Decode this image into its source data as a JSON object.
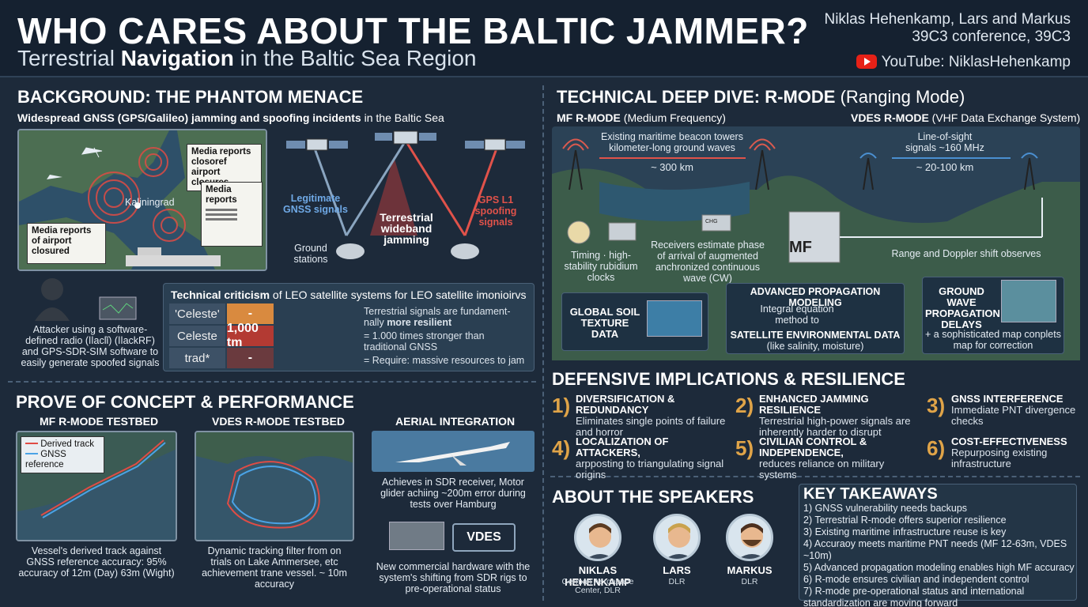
{
  "header": {
    "title": "WHO CARES ABOUT THE BALTIC JAMMER?",
    "subtitle_pre": "Terrestrial ",
    "subtitle_bold": "Navigation",
    "subtitle_post": " in the Baltic Sea Region",
    "authors": "Niklas Hehenkamp, Lars and Markus",
    "conference": "39C3 conference, 39C3",
    "youtube": "YouTube: NiklasHehenkamp"
  },
  "background": {
    "title": "BACKGROUND: THE PHANTOM MENACE",
    "subtitle_bold": "Widespread GNSS (GPS/Galileo) jamming and spoofing incidents",
    "subtitle_rest": " in the Baltic Sea",
    "map": {
      "note1": "Media reports closoref airport closures",
      "note2": "Media reports",
      "note3": "Media reports of airport closured",
      "city": "Kaliningrad"
    },
    "sat": {
      "legit": "Legitimate GNSS signals",
      "jam": "Terrestrial wideband jamming",
      "spoof": "GPS L1 spoofing signals",
      "ground": "Ground stations"
    },
    "attacker": "Attacker using a software-defined radio (ǀǀaclǐ) (ǀǀackRF) and GPS-SDR-SIM software to easily generate spoofed signals",
    "criticism": {
      "title_bold": "Technical criticism",
      "title_rest": " of LEO satellite systems for LEO satellite imonioirvs",
      "rows": [
        {
          "name": "'Celeste'",
          "value": "-",
          "color": "#d98a3f",
          "note": "Terrestrial signals are fundament-nally ",
          "note_bold": "more resilient"
        },
        {
          "name": "Celeste",
          "value": "1,000 tm",
          "color": "#b33a33",
          "note": "= 1.000 times stronger than traditional GNSS",
          "note_bold": ""
        },
        {
          "name": "trad*",
          "value": "-",
          "color": "#6a3a3e",
          "note": "= Require: massive resources to jam",
          "note_bold": ""
        }
      ]
    }
  },
  "proof": {
    "title": "PROVE OF CONCEPT & PERFORMANCE",
    "mf_title": "MF R-MODE TESTBED",
    "legend_derived": "Derived track",
    "legend_gnss": "GNSS reference",
    "mf_caption": "Vessel's derived track against GNSS reference accuracy: 95% accuracy of 12m (Day) 63m (Wight)",
    "vdes_title": "VDES R-MODE TESTBED",
    "vdes_caption": "Dynamic tracking filter from on trials on Lake Ammersee, etc achievement trane vessel. ~ 10m accuracy",
    "aerial_title": "AERIAL INTEGRATION",
    "aerial_caption": "Achieves in SDR receiver, Motor glider achiing ~200m error during tests over Hamburg",
    "vdes_label": "VDES",
    "hardware_caption": "New commercial hardware with the system's shifting from SDR rigs to pre-operational status"
  },
  "technical": {
    "title": "TECHNICAL DEEP DIVE: R-MODE",
    "title_rest": " (Ranging Mode)",
    "mf_head": "MF R-MODE",
    "mf_head_rest": " (Medium Frequency)",
    "vdes_head": "VDES R-MODE",
    "vdes_head_rest": " (VHF Data Exchange System)",
    "mf_towers": "Existing maritime beacon towers kilometer-long ground waves",
    "mf_range": "~ 300 km",
    "vdes_los": "Line-of-sight signals ~160 MHz",
    "vdes_range": "~ 20-100 km",
    "timing": "Timing · high-stability rubidium clocks",
    "receivers": "Receivers estimate phase of arrival of augmented anchronized continuous wave (CW)",
    "mf_box": "MF",
    "range_doppler": "Range and Doppler shift observes",
    "soil": "GLOBAL SOIL TEXTURE DATA",
    "adv_title": "ADVANCED PROPAGATION MODELING",
    "adv_text": "Integral equation method to",
    "sat_env": "SATELLITE ENVIRONMENTAL DATA",
    "sat_env_sub": "(like salinity, moisture)",
    "gw_title": "GROUND WAVE PROPAGATION DELAYS",
    "gw_text": "+ a sophisticated map conplets map for correction",
    "receiver_label": "CHG"
  },
  "defensive": {
    "title": "DEFENSIVE IMPLICATIONS & RESILIENCE",
    "items": [
      {
        "num": "1)",
        "title": "DIVERSIFICATION & REDUNDANCY",
        "text": "Eliminates single points of failure and horror"
      },
      {
        "num": "2)",
        "title": "ENHANCED JAMMING RESILIENCE",
        "text": "Terrestrial high-power signals are inherently harder to disrupt"
      },
      {
        "num": "3)",
        "title": "GNSS INTERFERENCE",
        "text": "Immediate PNT divergence checks"
      },
      {
        "num": "4)",
        "title": "LOCALIZATION OF ATTACKERS,",
        "text": "arpposting to triangulating signal origins"
      },
      {
        "num": "5)",
        "title": "CIVILIAN CONTROL & INDEPENDENCE,",
        "text": "reduces reliance on military systems"
      },
      {
        "num": "6)",
        "title": "COST-EFFECTIVENESS",
        "text": "Repurposing existing infrastructure"
      }
    ]
  },
  "speakers": {
    "title": "ABOUT THE SPEAKERS",
    "list": [
      {
        "name": "NIKLAS HEHENKAMP",
        "affil": "German Aeroapace Center, DLR"
      },
      {
        "name": "LARS",
        "affil": "DLR"
      },
      {
        "name": "MARKUS",
        "affil": "DLR"
      }
    ]
  },
  "takeaways": {
    "title": "KEY TAKEAWAYS",
    "items": [
      "1) GNSS vulnerability needs backups",
      "2) Terrestrial R-mode offers superior resilience",
      "3) Existing maritime infrastructure reuse is key",
      "4) Accuraoy meets maritime PNT needs (MF 12-63m, VDES ~10m)",
      "5) Advanced propagation modeling enables high MF accuracy",
      "6) R-mode ensures civilian and independent control",
      "7) R-mode pre-operational status and international standardization are moving forward"
    ]
  },
  "colors": {
    "accent": "#e0a448",
    "bg": "#1d2a3a",
    "red": "#b33a33"
  }
}
